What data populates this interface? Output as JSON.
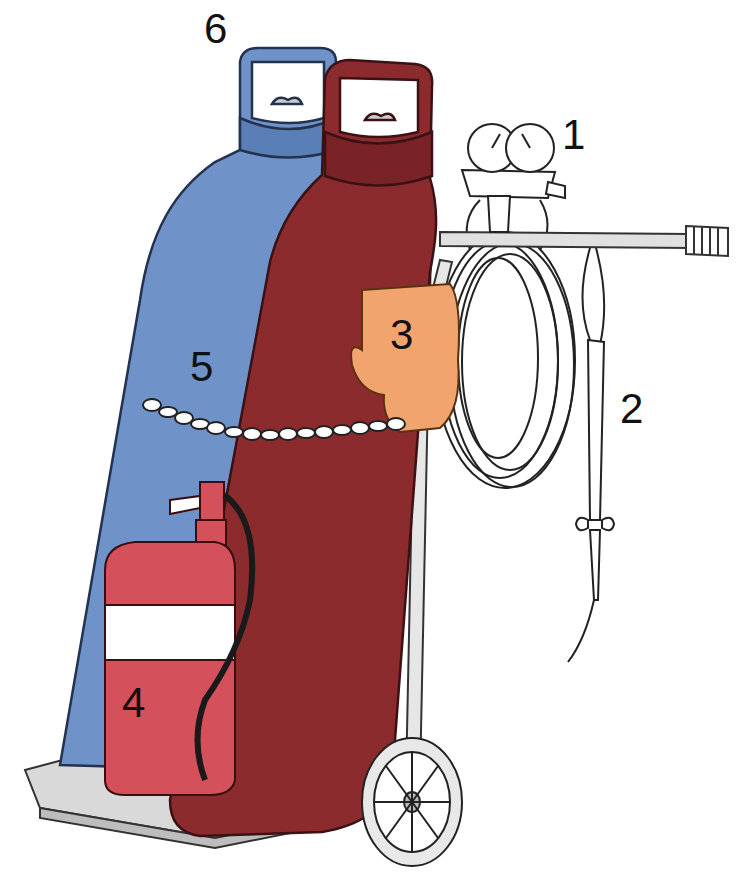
{
  "diagram": {
    "labels": [
      "6",
      "1",
      "3",
      "5",
      "2",
      "4"
    ]
  }
}
